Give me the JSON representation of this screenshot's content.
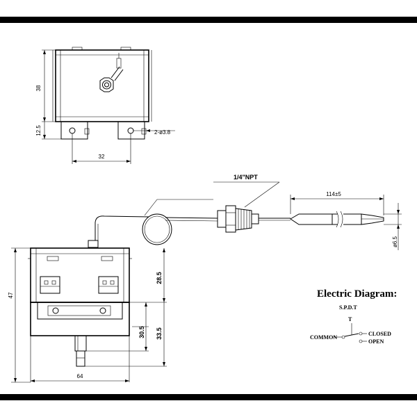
{
  "colors": {
    "ink": "#000000",
    "paper": "#ffffff"
  },
  "top_view": {
    "dim_height": "38",
    "dim_lower": "12.5",
    "dim_width": "32",
    "dim_holes": "2-ø3.8"
  },
  "probe": {
    "thread_label": "1/4\"NPT",
    "bulb_length": "114±5",
    "bulb_diameter": "ø6.5"
  },
  "front_view": {
    "dim_height": "47",
    "dim_upper": "28.5",
    "dim_mid": "30.5",
    "dim_lower": "33.5",
    "dim_width": "64"
  },
  "electric": {
    "title": "Electric Diagram:",
    "type": "S.P.D.T",
    "t_label": "T",
    "common": "COMMON",
    "closed": "CLOSED",
    "open": "OPEN"
  }
}
